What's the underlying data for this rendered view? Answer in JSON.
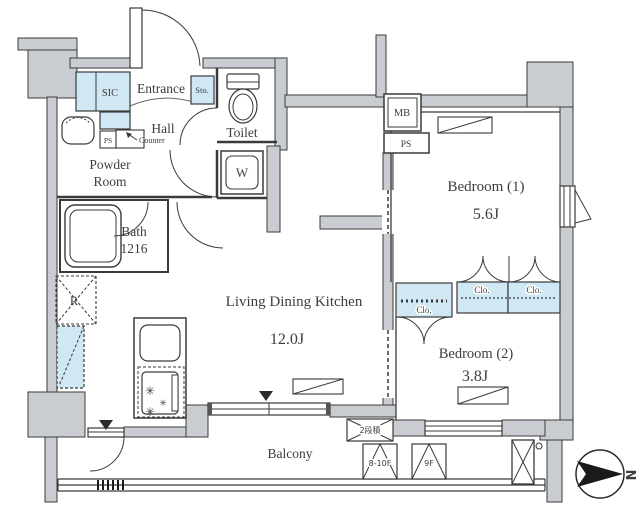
{
  "rooms": {
    "ldk": {
      "name": "Living Dining Kitchen",
      "size": "12.0J"
    },
    "bedroom1": {
      "name": "Bedroom (1)",
      "size": "5.6J"
    },
    "bedroom2": {
      "name": "Bedroom (2)",
      "size": "3.8J"
    },
    "balcony": {
      "name": "Balcony"
    },
    "hall": {
      "name": "Hall"
    },
    "toilet": {
      "name": "Toilet"
    },
    "entrance": {
      "name": "Entrance"
    },
    "powder_room": {
      "line1": "Powder",
      "line2": "Room"
    },
    "bath": {
      "line1": "Bath",
      "line2": "1216"
    }
  },
  "fixtures": {
    "sic": "SIC",
    "storage": "Sto.",
    "washer": "W",
    "refrigerator": "R",
    "meter_box": "MB",
    "pipe_shaft": "PS",
    "pipe_shaft_small": "PS",
    "counter": "Counter",
    "closets": [
      "Clo.",
      "Clo.",
      "Clo."
    ]
  },
  "annotations": {
    "ac_stacked_note": "2段積",
    "ac_floors_a": "8-10F",
    "ac_floors_b": "9F",
    "north": "N"
  },
  "colors": {
    "wall_fill": "#c9cdd1",
    "closet_fill": "#cfe8f4",
    "line": "#3a3a3a"
  }
}
